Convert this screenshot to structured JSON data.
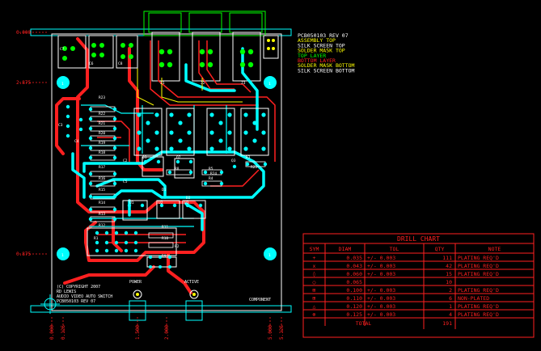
{
  "header_legend": [
    {
      "text": "PCB050103  REV 07",
      "color": "#ffffff"
    },
    {
      "text": "ASSEMBLY TOP",
      "color": "#ffff00"
    },
    {
      "text": "SILK SCREEN TOP",
      "color": "#ffffff"
    },
    {
      "text": "SOLDER MASK TOP",
      "color": "#ffff00"
    },
    {
      "text": "TOP LAYER",
      "color": "#00ff00"
    },
    {
      "text": "BOTTOM LAYER",
      "color": "#ff2020"
    },
    {
      "text": "SOLDER MASK BOTTOM",
      "color": "#ffff00"
    },
    {
      "text": "SILK SCREEN BOTTOM",
      "color": "#ffffff"
    }
  ],
  "dimensions": {
    "left": [
      "2.875",
      "0.875",
      "0.000"
    ],
    "bottom": [
      "0.000",
      "0.125",
      "1.500",
      "2.000",
      "5.000",
      "5.125"
    ]
  },
  "board_text": {
    "copyright": [
      "(C) COPYRIGHT 2007",
      "RD LEWIS",
      "AUDIO VIDEO AUTO SWITCH",
      "PCB050103 REV 07"
    ],
    "power_label": "POWER",
    "active_label": "ACTIVE",
    "component_label": "COMPONENT",
    "refs": [
      "C7",
      "C6",
      "C8",
      "J1",
      "J2",
      "J3",
      "R23",
      "R22",
      "R21",
      "R20",
      "R19",
      "R18",
      "R17",
      "R16",
      "R15",
      "R14",
      "R13",
      "R12",
      "R11",
      "R10",
      "R9",
      "R8",
      "C3",
      "C4",
      "C2",
      "C5",
      "D1",
      "D2",
      "Q1",
      "Q2",
      "Q3",
      "R5",
      "R4",
      "R3",
      "R2",
      "R1",
      "U1",
      "U2",
      "U3",
      "R24",
      "R25"
    ]
  },
  "drill_chart": {
    "title": "DRILL CHART",
    "columns": [
      "SYM",
      "DIAM",
      "TOL",
      "QTY",
      "NOTE"
    ],
    "rows": [
      {
        "sym": "+",
        "diam": "0.035",
        "tol": "+/- 0.003",
        "qty": "111",
        "note": "PLATING REQ'D"
      },
      {
        "sym": "x",
        "diam": "0.043",
        "tol": "+/- 0.003",
        "qty": "42",
        "note": "PLATING REQ'D"
      },
      {
        "sym": "◊",
        "diam": "0.060",
        "tol": "+/- 0.003",
        "qty": "15",
        "note": "PLATING REQ'D"
      },
      {
        "sym": "○",
        "diam": "0.065",
        "tol": "",
        "qty": "10",
        "note": ""
      },
      {
        "sym": "⊠",
        "diam": "0.100",
        "tol": "+/- 0.003",
        "qty": "2",
        "note": "PLATING REQ'D"
      },
      {
        "sym": "⊞",
        "diam": "0.110",
        "tol": "+/- 0.003",
        "qty": "6",
        "note": "NON-PLATED"
      },
      {
        "sym": "△",
        "diam": "0.120",
        "tol": "+/- 0.003",
        "qty": "1",
        "note": "PLATING REQ'D"
      },
      {
        "sym": "⊗",
        "diam": "0.125",
        "tol": "+/- 0.003",
        "qty": "4",
        "note": "PLATING REQ'D"
      }
    ],
    "total_label": "TOTAL",
    "total_qty": "191"
  }
}
